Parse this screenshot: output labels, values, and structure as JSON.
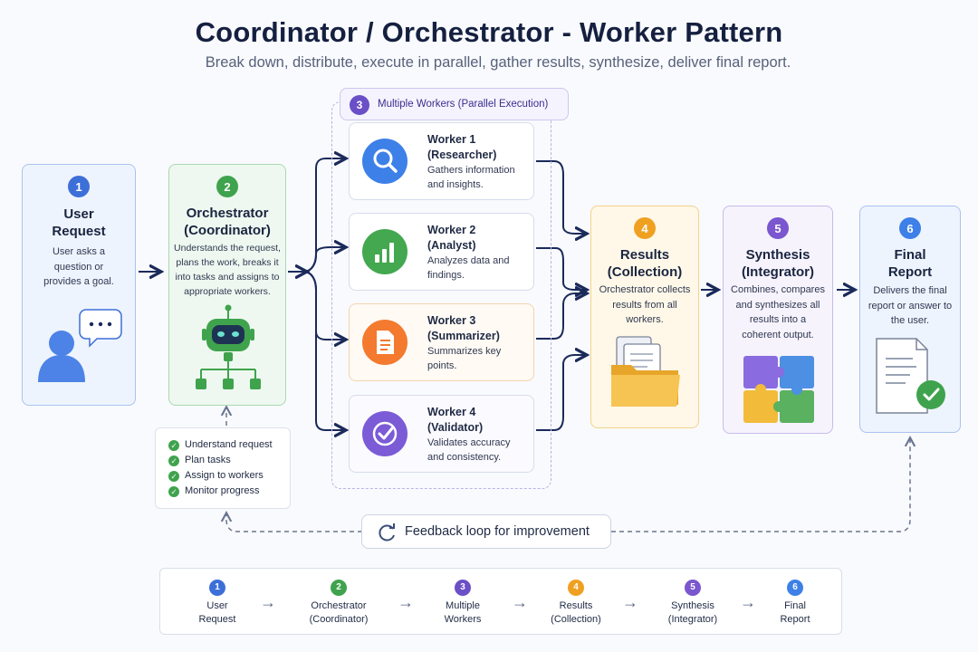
{
  "title": "Coordinator / Orchestrator - Worker Pattern",
  "subtitle": "Break down, distribute, execute in parallel, gather results, synthesize, deliver final report.",
  "colors": {
    "blue": "#3d6fd9",
    "green": "#3fa34d",
    "purple": "#6a4fc7",
    "orange": "#f0a020",
    "violet": "#7a56cf",
    "navy": "#1a2a5a"
  },
  "steps": {
    "user_request": {
      "num": "1",
      "title": "User\nRequest",
      "desc": "User asks a question or provides a goal."
    },
    "orchestrator": {
      "num": "2",
      "title": "Orchestrator (Coordinator)",
      "desc": "Understands the request, plans the work, breaks it into tasks and assigns to appropriate workers."
    },
    "workers_group": {
      "num": "3",
      "label": "Multiple Workers (Parallel Execution)"
    },
    "results": {
      "num": "4",
      "title": "Results (Collection)",
      "desc": "Orchestrator collects results from all workers."
    },
    "synthesis": {
      "num": "5",
      "title": "Synthesis (Integrator)",
      "desc": "Combines, compares and synthesizes all results into a coherent output."
    },
    "final_report": {
      "num": "6",
      "title": "Final Report",
      "desc": "Delivers the final report or answer to the user."
    }
  },
  "workers": [
    {
      "title": "Worker 1",
      "role": "(Researcher)",
      "desc": "Gathers information and insights.",
      "icon": "search-icon"
    },
    {
      "title": "Worker 2",
      "role": "(Analyst)",
      "desc": "Analyzes data and findings.",
      "icon": "bar-chart-icon"
    },
    {
      "title": "Worker 3",
      "role": "(Summarizer)",
      "desc": "Summarizes key points.",
      "icon": "document-icon"
    },
    {
      "title": "Worker 4",
      "role": "(Validator)",
      "desc": "Validates accuracy and consistency.",
      "icon": "check-circle-icon"
    }
  ],
  "checklist": [
    "Understand request",
    "Plan tasks",
    "Assign to workers",
    "Monitor progress"
  ],
  "feedback": "Feedback loop for improvement",
  "bottom_flow": [
    {
      "num": "1",
      "l1": "User",
      "l2": "Request"
    },
    {
      "num": "2",
      "l1": "Orchestrator",
      "l2": "(Coordinator)"
    },
    {
      "num": "3",
      "l1": "Multiple",
      "l2": "Workers"
    },
    {
      "num": "4",
      "l1": "Results",
      "l2": "(Collection)"
    },
    {
      "num": "5",
      "l1": "Synthesis",
      "l2": "(Integrator)"
    },
    {
      "num": "6",
      "l1": "Final",
      "l2": "Report"
    }
  ]
}
